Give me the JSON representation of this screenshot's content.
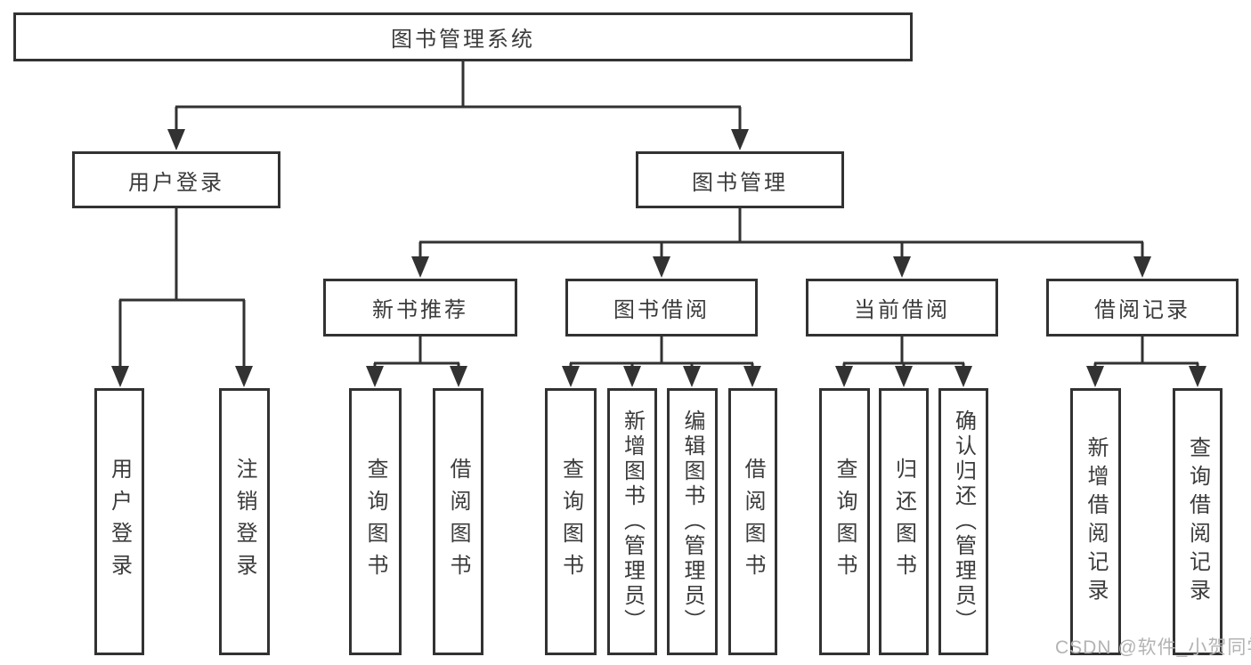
{
  "diagram": {
    "root": "图书管理系统",
    "user_login": {
      "label": "用户登录",
      "children": [
        "用户登录",
        "注销登录"
      ]
    },
    "book_management": {
      "label": "图书管理",
      "sections": [
        {
          "label": "新书推荐",
          "children": [
            "查询图书",
            "借阅图书"
          ]
        },
        {
          "label": "图书借阅",
          "children": [
            "查询图书",
            "新增图书（管理员）",
            "编辑图书（管理员）",
            "借阅图书"
          ]
        },
        {
          "label": "当前借阅",
          "children": [
            "查询图书",
            "归还图书",
            "确认归还（管理员）"
          ]
        },
        {
          "label": "借阅记录",
          "children": [
            "新增借阅记录",
            "查询借阅记录"
          ]
        }
      ]
    }
  },
  "watermark": "CSDN @软件_小贺同学",
  "colors": {
    "line": "#323232",
    "box_border": "#323232",
    "text": "#3b3b3b",
    "watermark": "#b3b3b3",
    "background": "#ffffff"
  }
}
